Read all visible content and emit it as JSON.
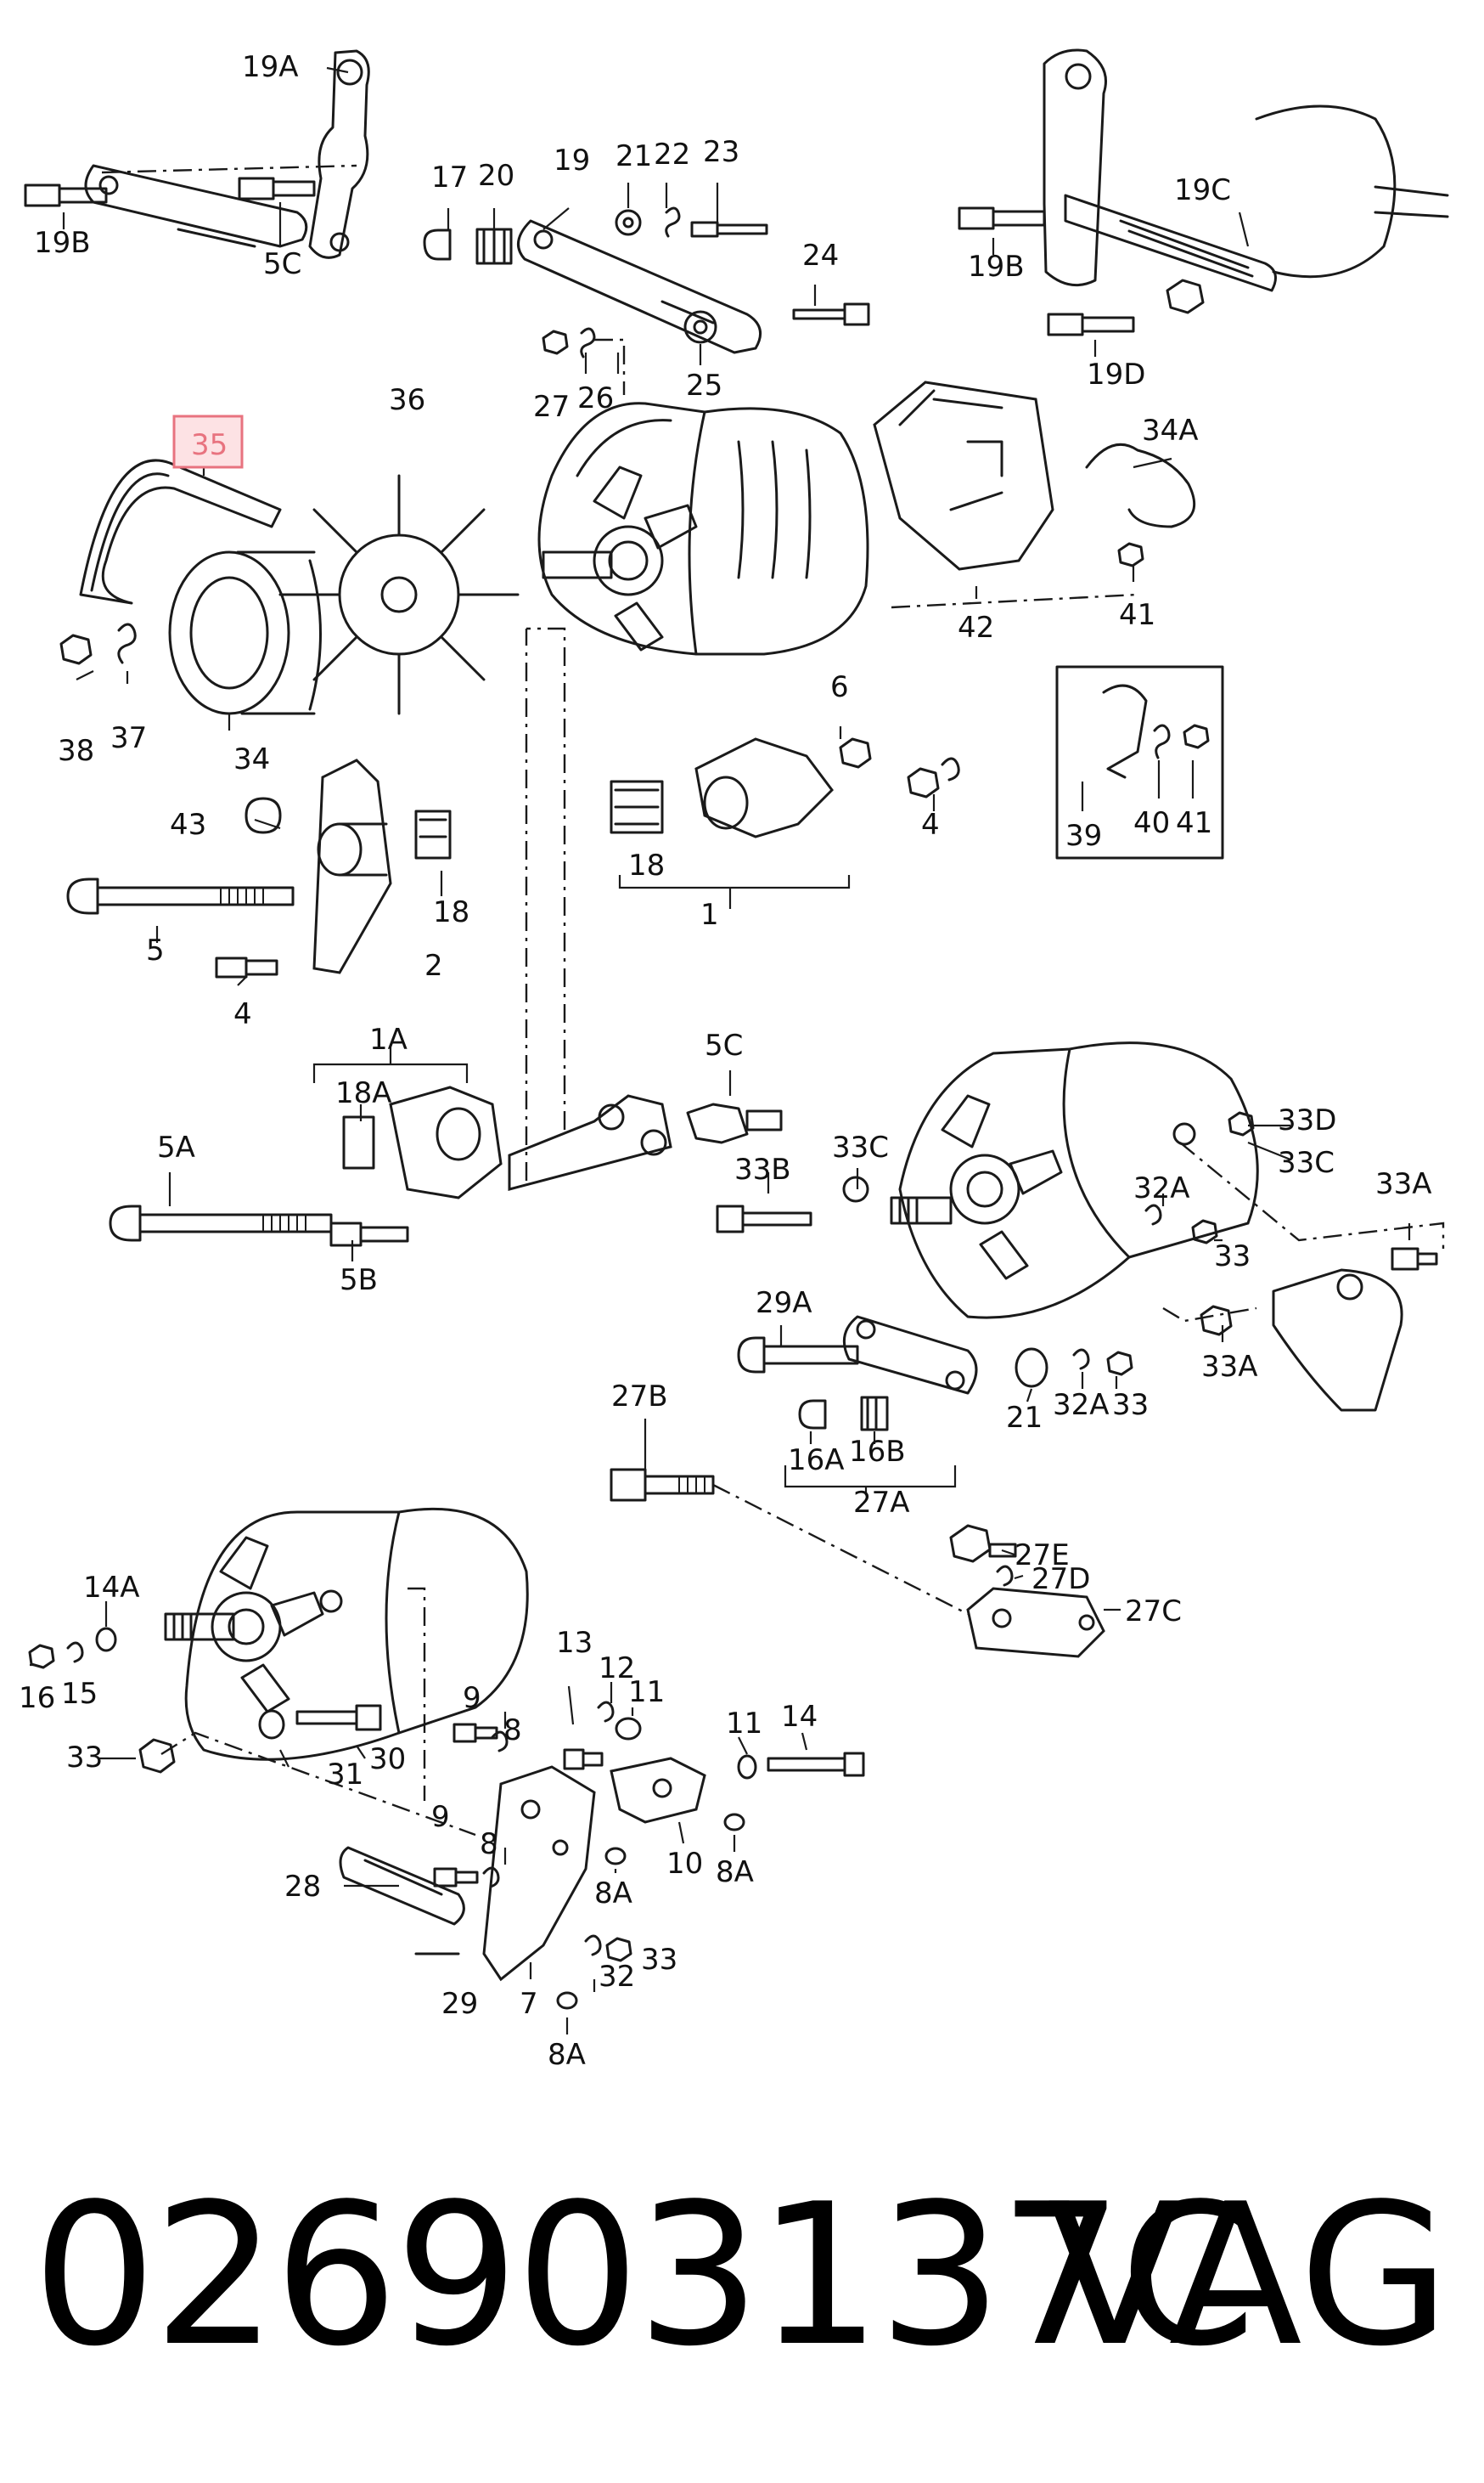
{
  "diagram": {
    "callouts": [
      "19A",
      "19B",
      "5C",
      "17",
      "20",
      "19",
      "21",
      "22",
      "23",
      "24",
      "25",
      "26",
      "27",
      "36",
      "35",
      "19C",
      "19B",
      "19D",
      "34A",
      "41",
      "42",
      "38",
      "37",
      "34",
      "43",
      "5",
      "4",
      "2",
      "18",
      "6",
      "18",
      "1",
      "4",
      "39",
      "40",
      "41",
      "1A",
      "18A",
      "5A",
      "5B",
      "5C",
      "33B",
      "33C",
      "33D",
      "33C",
      "32A",
      "33",
      "33A",
      "33A",
      "29A",
      "21",
      "32A",
      "33",
      "27B",
      "16A",
      "16B",
      "27A",
      "27E",
      "27D",
      "27C",
      "14A",
      "16",
      "15",
      "33",
      "31",
      "30",
      "13",
      "12",
      "11",
      "9",
      "8",
      "11",
      "14",
      "9",
      "8",
      "8A",
      "10",
      "8A",
      "28",
      "32",
      "33",
      "29",
      "7",
      "8A"
    ],
    "highlighted_callout": "35",
    "highlight_color": "#e8737f"
  },
  "footer": {
    "part_number": "026903137C",
    "brand": "VAG"
  }
}
